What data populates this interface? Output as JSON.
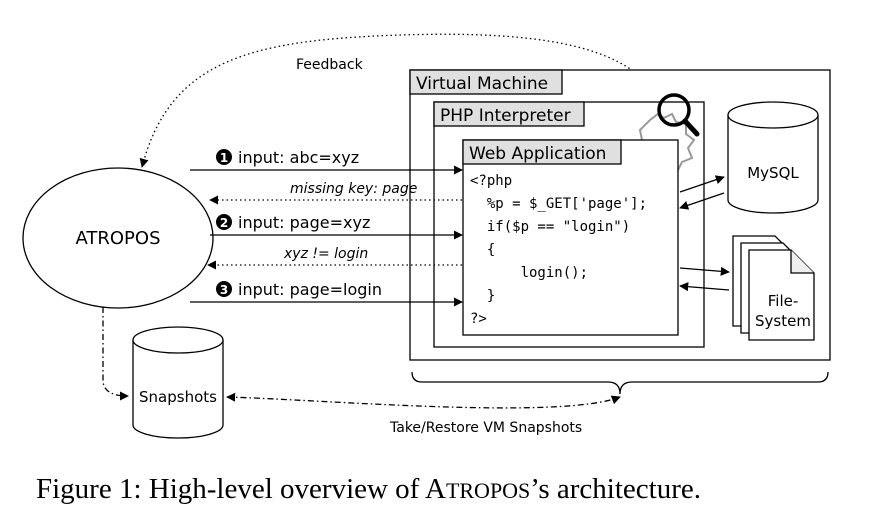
{
  "labels": {
    "feedback": "Feedback",
    "virtual_machine": "Virtual Machine",
    "php_interpreter": "PHP Interpreter",
    "web_application": "Web Application",
    "atropos": "ATROPOS",
    "mysql": "MySQL",
    "filesystem_line1": "File-",
    "filesystem_line2": "System",
    "snapshots": "Snapshots",
    "take_restore": "Take/Restore VM Snapshots"
  },
  "inputs": [
    {
      "marker": "1",
      "text": "input: abc=xyz"
    },
    {
      "marker": "2",
      "text": "input: page=xyz"
    },
    {
      "marker": "3",
      "text": "input: page=login"
    }
  ],
  "responses": [
    "missing key: page",
    "xyz != login"
  ],
  "code_lines": [
    "<?php",
    "  %p = $_GET['page'];",
    "  if($p == \"login\")",
    "  {",
    "      login();",
    "  }",
    "?>"
  ],
  "caption": {
    "prefix": "Figure 1: High-level overview of A",
    "smallcaps": "TROPOS",
    "suffix": "’s architecture."
  }
}
